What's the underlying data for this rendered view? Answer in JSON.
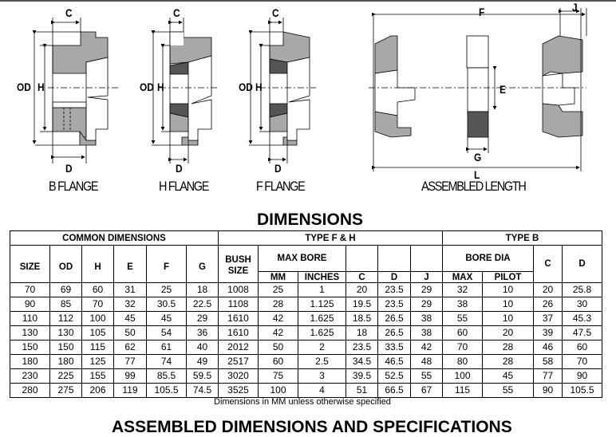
{
  "drawings": {
    "b_flange": {
      "caption": "B FLANGE",
      "labels": {
        "c": "C",
        "od": "OD",
        "h": "H",
        "d": "D"
      }
    },
    "h_flange": {
      "caption": "H FLANGE",
      "labels": {
        "c": "C",
        "od": "OD",
        "h": "H",
        "d": "D"
      }
    },
    "f_flange": {
      "caption": "F FLANGE",
      "labels": {
        "c": "C",
        "od": "OD",
        "h": "H",
        "d": "D"
      }
    },
    "assembled": {
      "caption": "ASSEMBLED LENGTH",
      "labels": {
        "f": "F",
        "j": "J",
        "e": "E",
        "g": "G",
        "l": "L"
      }
    }
  },
  "dimensions_title": "DIMENSIONS",
  "table": {
    "groups": {
      "common": "COMMON DIMENSIONS",
      "type_fh": "TYPE F & H",
      "type_b": "TYPE B"
    },
    "headers": {
      "size": "SIZE",
      "od": "OD",
      "h": "H",
      "e": "E",
      "f": "F",
      "g": "G",
      "bush_size": "BUSH SIZE",
      "max_bore": "MAX BORE",
      "mm": "MM",
      "inches": "INCHES",
      "c": "C",
      "d": "D",
      "j": "J",
      "bore_dia": "BORE DIA",
      "max": "MAX",
      "pilot": "PILOT",
      "b_c": "C",
      "b_d": "D"
    },
    "rows": [
      [
        "70",
        "69",
        "60",
        "31",
        "25",
        "18",
        "1008",
        "25",
        "1",
        "20",
        "23.5",
        "29",
        "32",
        "10",
        "20",
        "25.8"
      ],
      [
        "90",
        "85",
        "70",
        "32",
        "30.5",
        "22.5",
        "1108",
        "28",
        "1.125",
        "19.5",
        "23.5",
        "29",
        "38",
        "10",
        "26",
        "30"
      ],
      [
        "110",
        "112",
        "100",
        "45",
        "45",
        "29",
        "1610",
        "42",
        "1.625",
        "18.5",
        "26.5",
        "38",
        "55",
        "10",
        "37",
        "45.3"
      ],
      [
        "130",
        "130",
        "105",
        "50",
        "54",
        "36",
        "1610",
        "42",
        "1.625",
        "18",
        "26.5",
        "38",
        "60",
        "20",
        "39",
        "47.5"
      ],
      [
        "150",
        "150",
        "115",
        "62",
        "61",
        "40",
        "2012",
        "50",
        "2",
        "23.5",
        "33.5",
        "42",
        "70",
        "28",
        "46",
        "60"
      ],
      [
        "180",
        "180",
        "125",
        "77",
        "74",
        "49",
        "2517",
        "60",
        "2.5",
        "34.5",
        "46.5",
        "48",
        "80",
        "28",
        "58",
        "70"
      ],
      [
        "230",
        "225",
        "155",
        "99",
        "85.5",
        "59.5",
        "3020",
        "75",
        "3",
        "39.5",
        "52.5",
        "55",
        "100",
        "45",
        "77",
        "90"
      ],
      [
        "280",
        "275",
        "206",
        "119",
        "105.5",
        "74.5",
        "3525",
        "100",
        "4",
        "51",
        "66.5",
        "67",
        "115",
        "55",
        "90",
        "105.5"
      ]
    ],
    "note": "Dimensions in MM unless otherwise specified"
  },
  "assembled_title": "ASSEMBLED DIMENSIONS AND SPECIFICATIONS"
}
